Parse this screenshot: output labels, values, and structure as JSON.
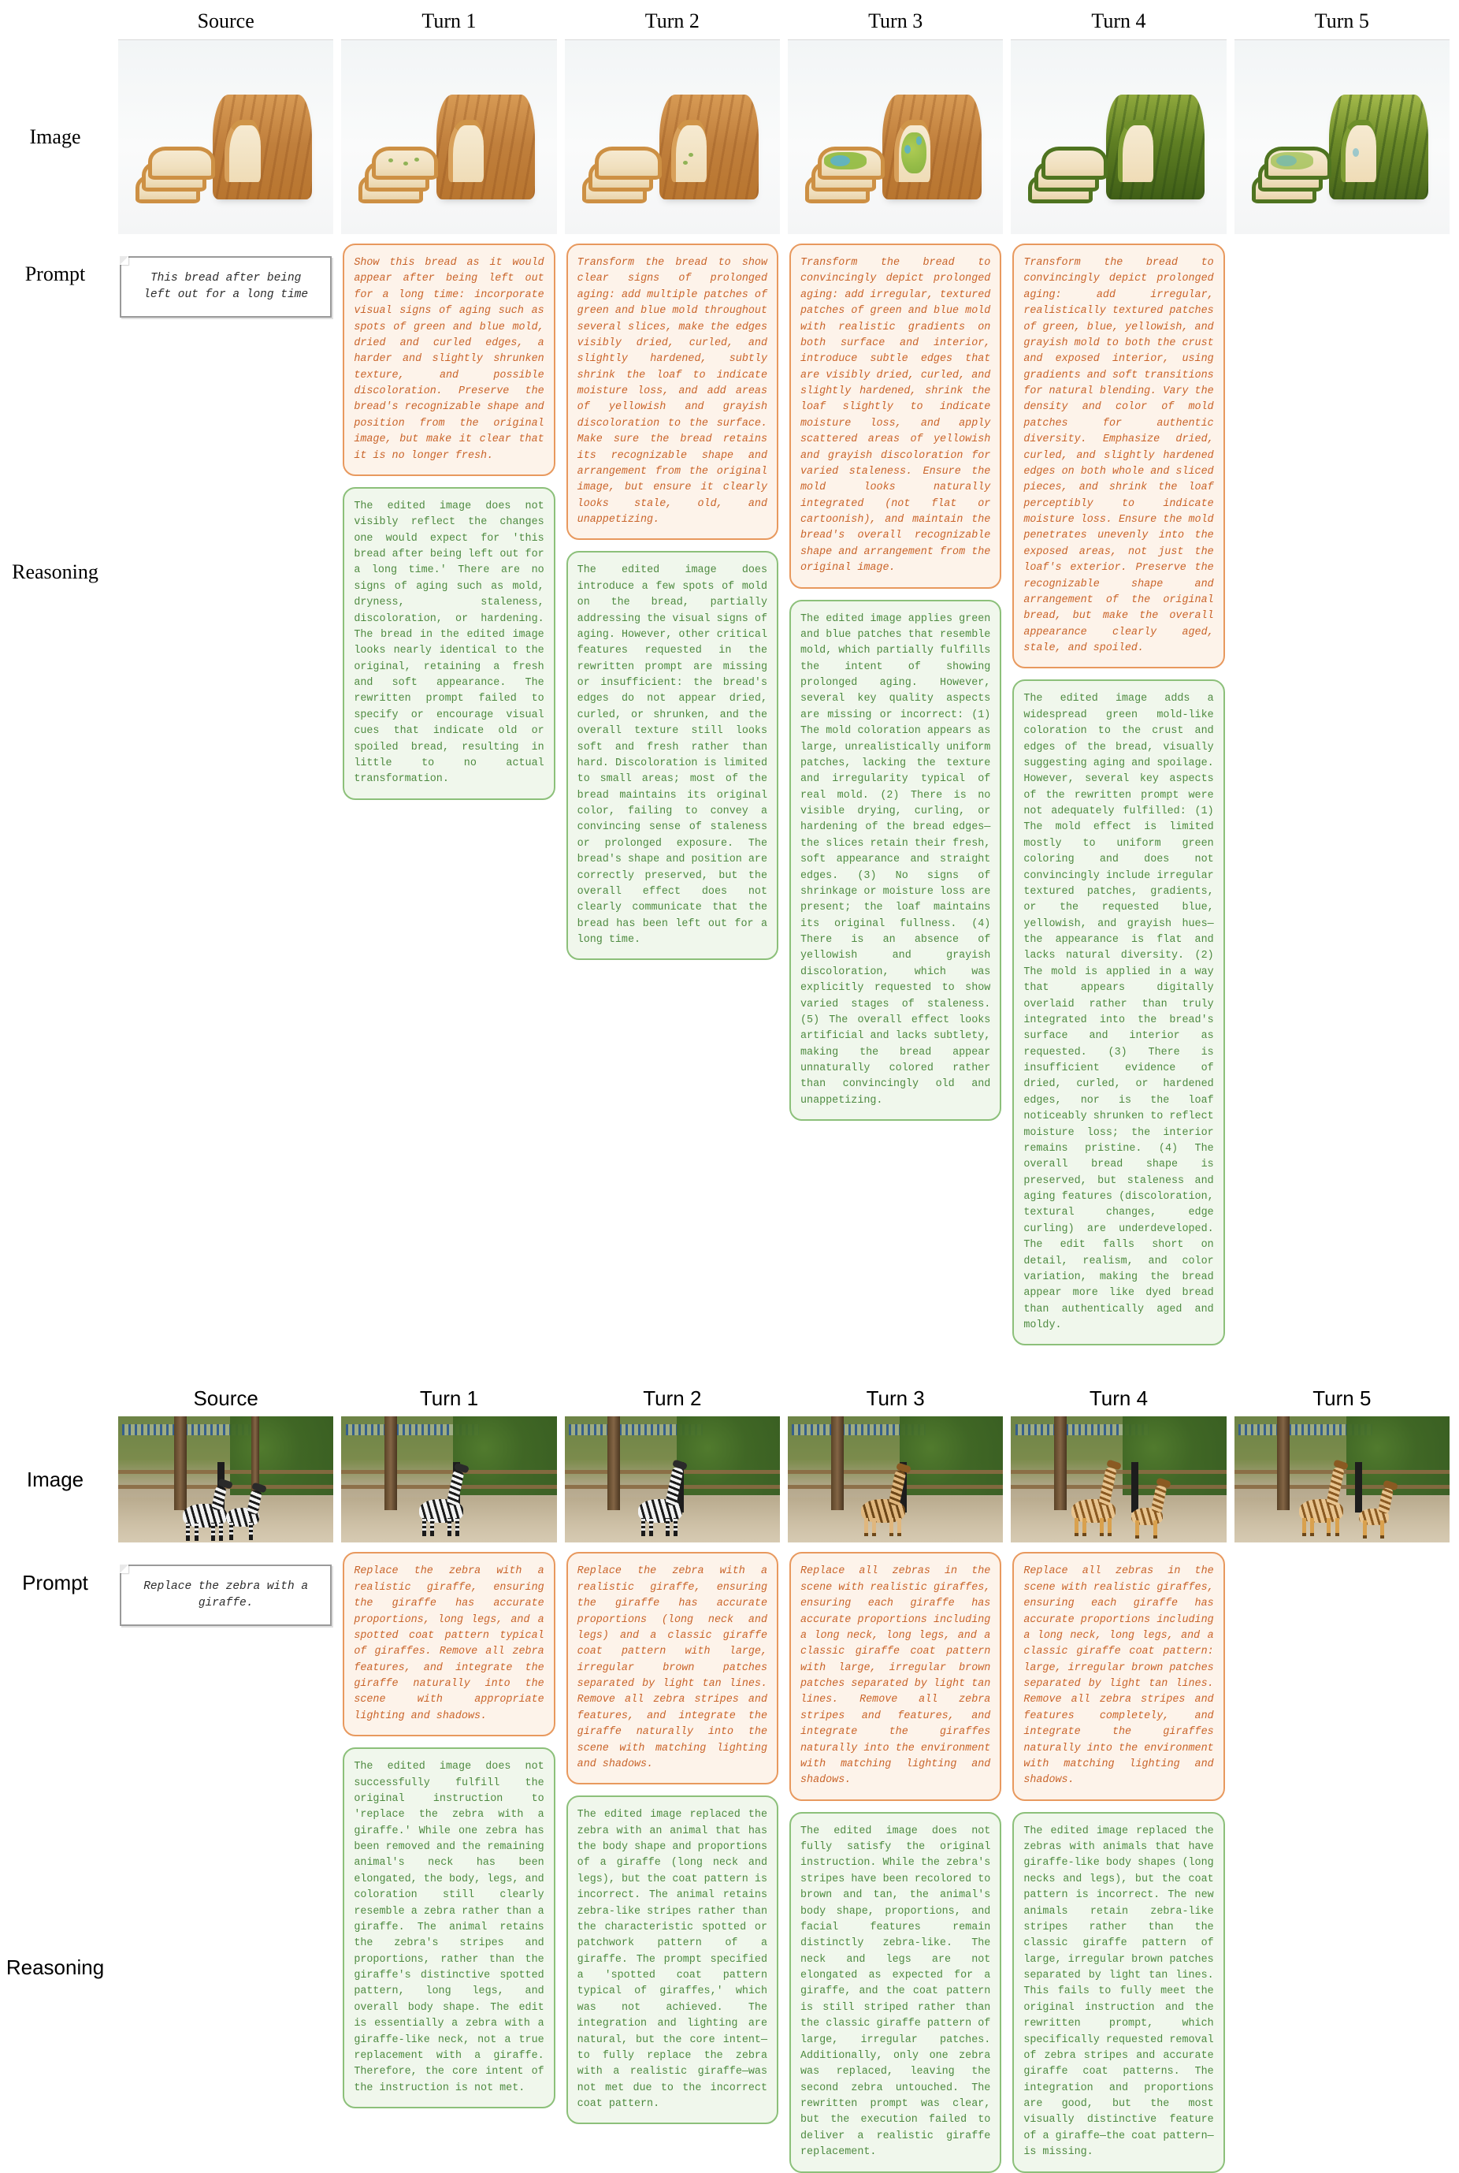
{
  "sections": [
    {
      "id": "bread",
      "headers": [
        "Source",
        "Turn 1",
        "Turn 2",
        "Turn 3",
        "Turn 4",
        "Turn 5"
      ],
      "row_labels": {
        "image": "Image",
        "prompt": "Prompt",
        "reasoning": "Reasoning"
      },
      "source_prompt": "This bread after being left out for a long time",
      "prompts": [
        "Show this bread as it would appear after being left out for a long time: incorporate visual signs of aging such as spots of green and blue mold, dried and curled edges, a harder and slightly shrunken texture, and possible discoloration. Preserve the bread's recognizable shape and position from the original image, but make it clear that it is no longer fresh.",
        "Transform the bread to show clear signs of prolonged aging: add multiple patches of green and blue mold throughout several slices, make the edges visibly dried, curled, and slightly hardened, subtly shrink the loaf to indicate moisture loss, and add areas of yellowish and grayish discoloration to the surface. Make sure the bread retains its recognizable shape and arrangement from the original image, but ensure it clearly looks stale, old, and unappetizing.",
        "Transform the bread to convincingly depict prolonged aging: add irregular, textured patches of green and blue mold with realistic gradients on both surface and interior, introduce subtle edges that are visibly dried, curled, and slightly hardened, shrink the loaf slightly to indicate moisture loss, and apply scattered areas of yellowish and grayish discoloration for varied staleness. Ensure the mold looks naturally integrated (not flat or cartoonish), and maintain the bread's overall recognizable shape and arrangement from the original image.",
        "Transform the bread to convincingly depict prolonged aging: add irregular, realistically textured patches of green, blue, yellowish, and grayish mold to both the crust and exposed interior, using gradients and soft transitions for natural blending. Vary the density and color of mold patches for authentic diversity. Emphasize dried, curled, and slightly hardened edges on both whole and sliced pieces, and shrink the loaf perceptibly to indicate moisture loss. Ensure the mold penetrates unevenly into the exposed areas, not just the loaf's exterior. Preserve the recognizable shape and arrangement of the original bread, but make the overall appearance clearly aged, stale, and spoiled.",
        ""
      ],
      "reasonings": [
        "The edited image does not visibly reflect the changes one would expect for 'this bread after being left out for a long time.' There are no signs of aging such as mold, dryness, staleness, discoloration, or hardening. The bread in the edited image looks nearly identical to the original, retaining a fresh and soft appearance. The rewritten prompt failed to specify or encourage visual cues that indicate old or spoiled bread, resulting in little to no actual transformation.",
        "The edited image does introduce a few spots of mold on the bread, partially addressing the visual signs of aging. However, other critical features requested in the rewritten prompt are missing or insufficient: the bread's edges do not appear dried, curled, or shrunken, and the overall texture still looks soft and fresh rather than hard. Discoloration is limited to small areas; most of the bread maintains its original color, failing to convey a convincing sense of staleness or prolonged exposure. The bread's shape and position are correctly preserved, but the overall effect does not clearly communicate that the bread has been left out for a long time.",
        "The edited image applies green and blue patches that resemble mold, which partially fulfills the intent of showing prolonged aging. However, several key quality aspects are missing or incorrect: (1) The mold coloration appears as large, unrealistically uniform patches, lacking the texture and irregularity typical of real mold. (2) There is no visible drying, curling, or hardening of the bread edges—the slices retain their fresh, soft appearance and straight edges. (3) No signs of shrinkage or moisture loss are present; the loaf maintains its original fullness. (4) There is an absence of yellowish and grayish discoloration, which was explicitly requested to show varied stages of staleness. (5) The overall effect looks artificial and lacks subtlety, making the bread appear unnaturally colored rather than convincingly old and unappetizing.",
        "The edited image adds a widespread green mold-like coloration to the crust and edges of the bread, visually suggesting aging and spoilage. However, several key aspects of the rewritten prompt were not adequately fulfilled: (1) The mold effect is limited mostly to uniform green coloring and does not convincingly include irregular textured patches, gradients, or the requested blue, yellowish, and grayish hues—the appearance is flat and lacks natural diversity. (2) The mold is applied in a way that appears digitally overlaid rather than truly integrated into the bread's surface and interior as requested. (3) There is insufficient evidence of dried, curled, or hardened edges, nor is the loaf noticeably shrunken to reflect moisture loss; the interior remains pristine. (4) The overall bread shape is preserved, but staleness and aging features (discoloration, textural changes, edge curling) are underdeveloped. The edit falls short on detail, realism, and color variation, making the bread appear more like dyed bread than authentically aged and moldy.",
        ""
      ]
    },
    {
      "id": "zebra",
      "headers": [
        "Source",
        "Turn 1",
        "Turn 2",
        "Turn 3",
        "Turn 4",
        "Turn 5"
      ],
      "row_labels": {
        "image": "Image",
        "prompt": "Prompt",
        "reasoning": "Reasoning"
      },
      "source_prompt": "Replace the zebra with a giraffe.",
      "prompts": [
        "Replace the zebra with a realistic giraffe, ensuring the giraffe has accurate proportions, long legs, and a spotted coat pattern typical of giraffes. Remove all zebra features, and integrate the giraffe naturally into the scene with appropriate lighting and shadows.",
        "Replace the zebra with a realistic giraffe, ensuring the giraffe has accurate proportions (long neck and legs) and a classic giraffe coat pattern with large, irregular brown patches separated by light tan lines. Remove all zebra stripes and features, and integrate the giraffe naturally into the scene with matching lighting and shadows.",
        "Replace all zebras in the scene with realistic giraffes, ensuring each giraffe has accurate proportions including a long neck, long legs, and a classic giraffe coat pattern with large, irregular brown patches separated by light tan lines. Remove all zebra stripes and features, and integrate the giraffes naturally into the environment with matching lighting and shadows.",
        "Replace all zebras in the scene with realistic giraffes, ensuring each giraffe has accurate proportions including a long neck, long legs, and a classic giraffe coat pattern: large, irregular brown patches separated by light tan lines. Remove all zebra stripes and features completely, and integrate the giraffes naturally into the environment with matching lighting and shadows.",
        ""
      ],
      "reasonings": [
        "The edited image does not successfully fulfill the original instruction to 'replace the zebra with a giraffe.' While one zebra has been removed and the remaining animal's neck has been elongated, the body, legs, and coloration still clearly resemble a zebra rather than a giraffe. The animal retains the zebra's stripes and proportions, rather than the giraffe's distinctive spotted pattern, long legs, and overall body shape. The edit is essentially a zebra with a giraffe-like neck, not a true replacement with a giraffe. Therefore, the core intent of the instruction is not met.",
        "The edited image replaced the zebra with an animal that has the body shape and proportions of a giraffe (long neck and legs), but the coat pattern is incorrect. The animal retains zebra-like stripes rather than the characteristic spotted or patchwork pattern of a giraffe. The prompt specified a 'spotted coat pattern typical of giraffes,' which was not achieved. The integration and lighting are natural, but the core intent—to fully replace the zebra with a realistic giraffe—was not met due to the incorrect coat pattern.",
        "The edited image does not fully satisfy the original instruction. While the zebra's stripes have been recolored to brown and tan, the animal's body shape, proportions, and facial features remain distinctly zebra-like. The neck and legs are not elongated as expected for a giraffe, and the coat pattern is still striped rather than the classic giraffe pattern of large, irregular patches. Additionally, only one zebra was replaced, leaving the second zebra untouched. The rewritten prompt was clear, but the execution failed to deliver a realistic giraffe replacement.",
        "The edited image replaced the zebras with animals that have giraffe-like body shapes (long necks and legs), but the coat pattern is incorrect. The new animals retain zebra-like stripes rather than the classic giraffe pattern of large, irregular brown patches separated by light tan lines. This fails to fully meet the original instruction and the rewritten prompt, which specifically requested removal of zebra stripes and accurate giraffe coat patterns. The integration and proportions are good, but the most visually distinctive feature of a giraffe—the coat pattern—is missing.",
        ""
      ]
    }
  ],
  "colors": {
    "prompt_border": "#e8995e",
    "prompt_bg": "#fdf3ea",
    "prompt_text": "#c9642a",
    "reason_border": "#8cc07a",
    "reason_bg": "#f0f7ec",
    "reason_text": "#4e8a40",
    "source_border": "#9a9a9a"
  }
}
